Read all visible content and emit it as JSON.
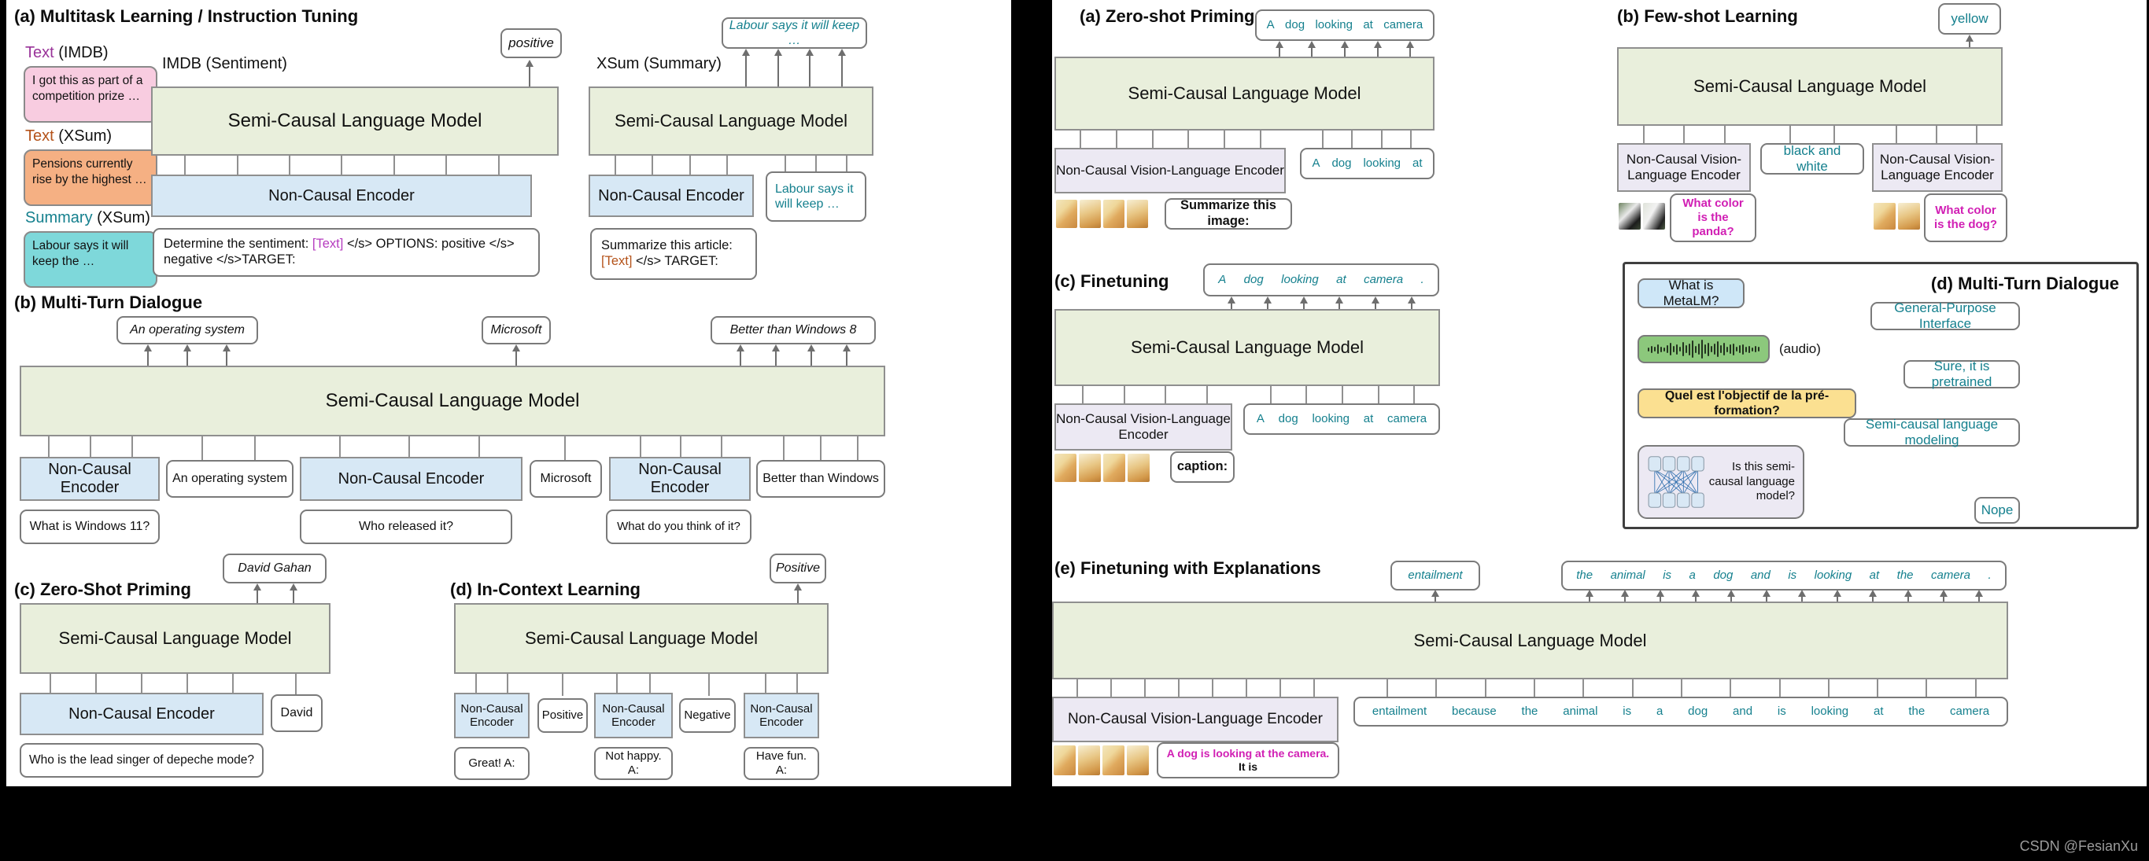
{
  "watermark": "CSDN @FesianXu",
  "colors": {
    "teal_output": "#15808e",
    "magenta_question": "#d11fb4",
    "purple_label": "#993399",
    "brown_label": "#b4531a",
    "model_green": "#e9efdc",
    "encoder_blue": "#d7e8f5",
    "vl_encoder_lavender": "#ece9f3",
    "pink_box": "#f8cce0",
    "orange_box": "#f5b083",
    "teal_box": "#7ed8da",
    "yellow_box": "#fbe091",
    "audio_green": "#8cc87c",
    "chat_blue": "#cfe7f8"
  },
  "common": {
    "sclm": "Semi-Causal Language Model",
    "nce": "Non-Causal Encoder",
    "ncvle": "Non-Causal Vision-Language Encoder"
  },
  "left": {
    "a": {
      "title": "(a) Multitask Learning / Instruction Tuning",
      "ex1_label_hl": "Text",
      "ex1_label_rest": " (IMDB)",
      "ex1_text": "I got this as part of a competition prize …",
      "ex2_label_hl": "Text",
      "ex2_label_rest": " (XSum)",
      "ex2_text": "Pensions currently rise by the highest …",
      "ex3_label_hl": "Summary",
      "ex3_label_rest": " (XSum)",
      "ex3_text": "Labour says it will keep the …",
      "imdb_label": "IMDB (Sentiment)",
      "imdb_output": "positive",
      "imdb_prompt_prefix": "Determine the sentiment: ",
      "imdb_prompt_token": "[Text]",
      "imdb_prompt_suffix": " </s> OPTIONS: positive </s> negative </s>TARGET:",
      "xsum_label": "XSum (Summary)",
      "xsum_output": "Labour says it will keep …",
      "xsum_context": "Labour says it will keep …",
      "xsum_prompt_prefix": "Summarize this article: ",
      "xsum_prompt_token": "[Text]",
      "xsum_prompt_suffix": " </s> TARGET:"
    },
    "b": {
      "title": "(b) Multi-Turn Dialogue",
      "out1": "An operating system",
      "out2": "Microsoft",
      "out3": "Better than Windows 8",
      "ctx1": "An operating system",
      "ctx2": "Microsoft",
      "ctx3": "Better than Windows",
      "q1": "What is Windows 11?",
      "q2": "Who released it?",
      "q3": "What do you think of it?"
    },
    "c": {
      "title": "(c) Zero-Shot Priming",
      "output": "David Gahan",
      "ctx": "David",
      "q": "Who is the lead singer of depeche mode?"
    },
    "d": {
      "title": "(d) In-Context Learning",
      "output": "Positive",
      "ctx1": "Positive",
      "ctx2": "Negative",
      "q1": "Great! A:",
      "q2": "Not happy. A:",
      "q3": "Have fun. A:"
    }
  },
  "right": {
    "a": {
      "title": "(a) Zero-shot Priming",
      "output_tokens": [
        "A",
        "dog",
        "looking",
        "at",
        "camera"
      ],
      "input_tokens": [
        "A",
        "dog",
        "looking",
        "at"
      ],
      "prompt": "Summarize this image:"
    },
    "b": {
      "title": "(b) Few-shot Learning",
      "output": "yellow",
      "ctx": "black and white",
      "q1": "What color is the panda?",
      "q2": "What color is the dog?"
    },
    "c": {
      "title": "(c) Finetuning",
      "output_tokens": [
        "A",
        "dog",
        "looking",
        "at",
        "camera",
        "."
      ],
      "input_tokens": [
        "A",
        "dog",
        "looking",
        "at",
        "camera"
      ],
      "prompt": "caption:"
    },
    "d": {
      "title": "(d) Multi-Turn Dialogue",
      "msg1": "What is MetaLM?",
      "audio_label": "(audio)",
      "msg2": "Quel est l'objectif de la pré-formation?",
      "msg3": "Is this semi-causal language model?",
      "reply1": "General-Purpose Interface",
      "reply2": "Sure, it is pretrained",
      "reply3": "Semi-causal language modeling",
      "reply4": "Nope"
    },
    "e": {
      "title": "(e) Finetuning with Explanations",
      "output_label": "entailment",
      "output_tokens": [
        "the",
        "animal",
        "is",
        "a",
        "dog",
        "and",
        "is",
        "looking",
        "at",
        "the",
        "camera",
        "."
      ],
      "input_tokens": [
        "entailment",
        "because",
        "the",
        "animal",
        "is",
        "a",
        "dog",
        "and",
        "is",
        "looking",
        "at",
        "the",
        "camera"
      ],
      "prompt_hl": "A dog is looking at the camera.",
      "prompt_rest": " It is"
    }
  }
}
